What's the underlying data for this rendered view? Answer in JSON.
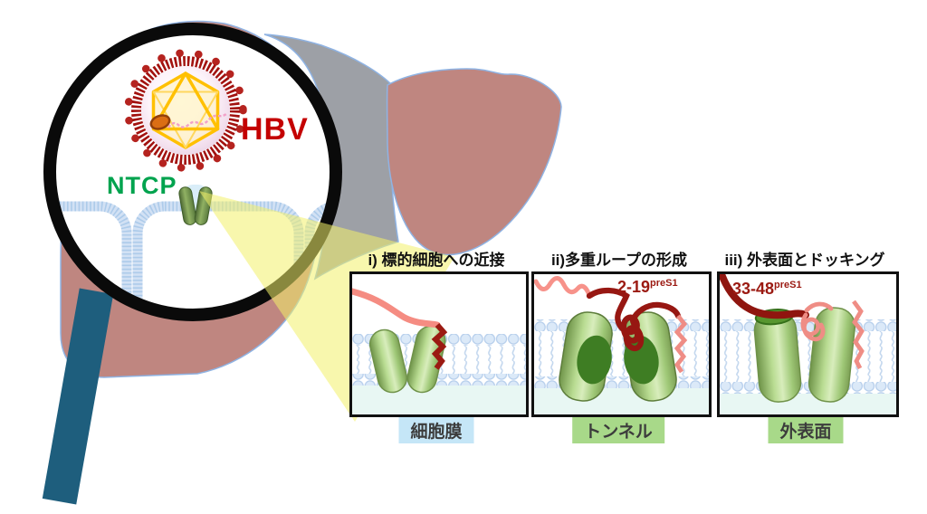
{
  "figure": {
    "hbv_label": "HBV",
    "ntcp_label": "NTCP",
    "colors": {
      "hbv_red": "#c40000",
      "ntcp_green": "#00a34e",
      "liver_rose": "#bf8680",
      "ligament_gray": "#9da0a6",
      "beam_yellow": "#f2f069",
      "handle_teal": "#1e5e7d",
      "lens_ring_black": "#0a0a0a",
      "chain_dark_red": "#9b1a12",
      "chain_salmon": "#f0887f",
      "membrane_blue": "#c6daf0",
      "receptor_green": "#8fae62",
      "capsid_gold": "#ffc000",
      "badge_blue": "#c5e6f7",
      "badge_green": "#a8d989"
    }
  },
  "panels": [
    {
      "title": "i) 標的細胞への近接",
      "badge": "細胞膜",
      "chain_label": "",
      "chain_sup": ""
    },
    {
      "title": "ii)多重ループの形成",
      "badge": "トンネル",
      "chain_label": "2-19",
      "chain_sup": "preS1"
    },
    {
      "title": "iii) 外表面とドッキング",
      "badge": "外表面",
      "chain_label": "33-48",
      "chain_sup": "preS1"
    }
  ]
}
